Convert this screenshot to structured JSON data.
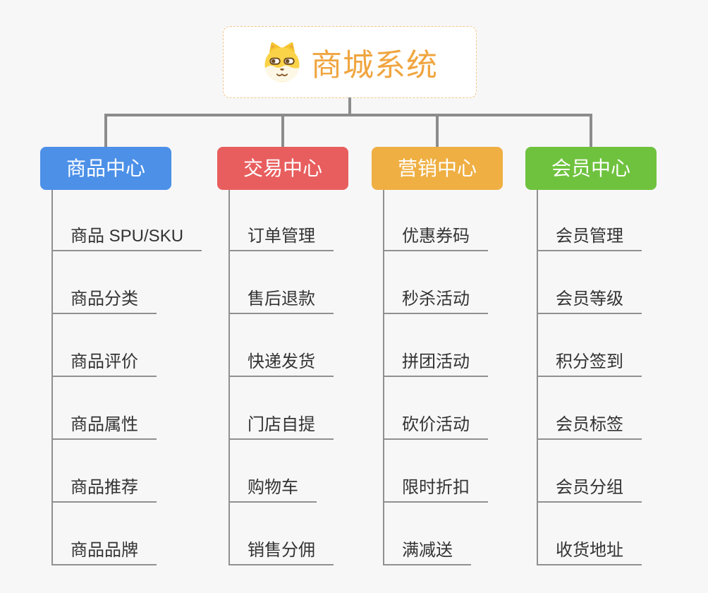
{
  "root": {
    "title": "商城系统",
    "title_color": "#f0a540",
    "icon": "dog-face-icon",
    "border_color": "#f2c689"
  },
  "connector_color": "#8c8c8c",
  "background_color": "#f7f7f8",
  "branches": [
    {
      "label": "商品中心",
      "color": "#4c90e8",
      "items": [
        "商品 SPU/SKU",
        "商品分类",
        "商品评价",
        "商品属性",
        "商品推荐",
        "商品品牌"
      ]
    },
    {
      "label": "交易中心",
      "color": "#e85e5e",
      "items": [
        "订单管理",
        "售后退款",
        "快递发货",
        "门店自提",
        "购物车",
        "销售分佣"
      ]
    },
    {
      "label": "营销中心",
      "color": "#efaf43",
      "items": [
        "优惠券码",
        "秒杀活动",
        "拼团活动",
        "砍价活动",
        "限时折扣",
        "满减送"
      ]
    },
    {
      "label": "会员中心",
      "color": "#6fc23e",
      "items": [
        "会员管理",
        "会员等级",
        "积分签到",
        "会员标签",
        "会员分组",
        "收货地址"
      ]
    }
  ]
}
